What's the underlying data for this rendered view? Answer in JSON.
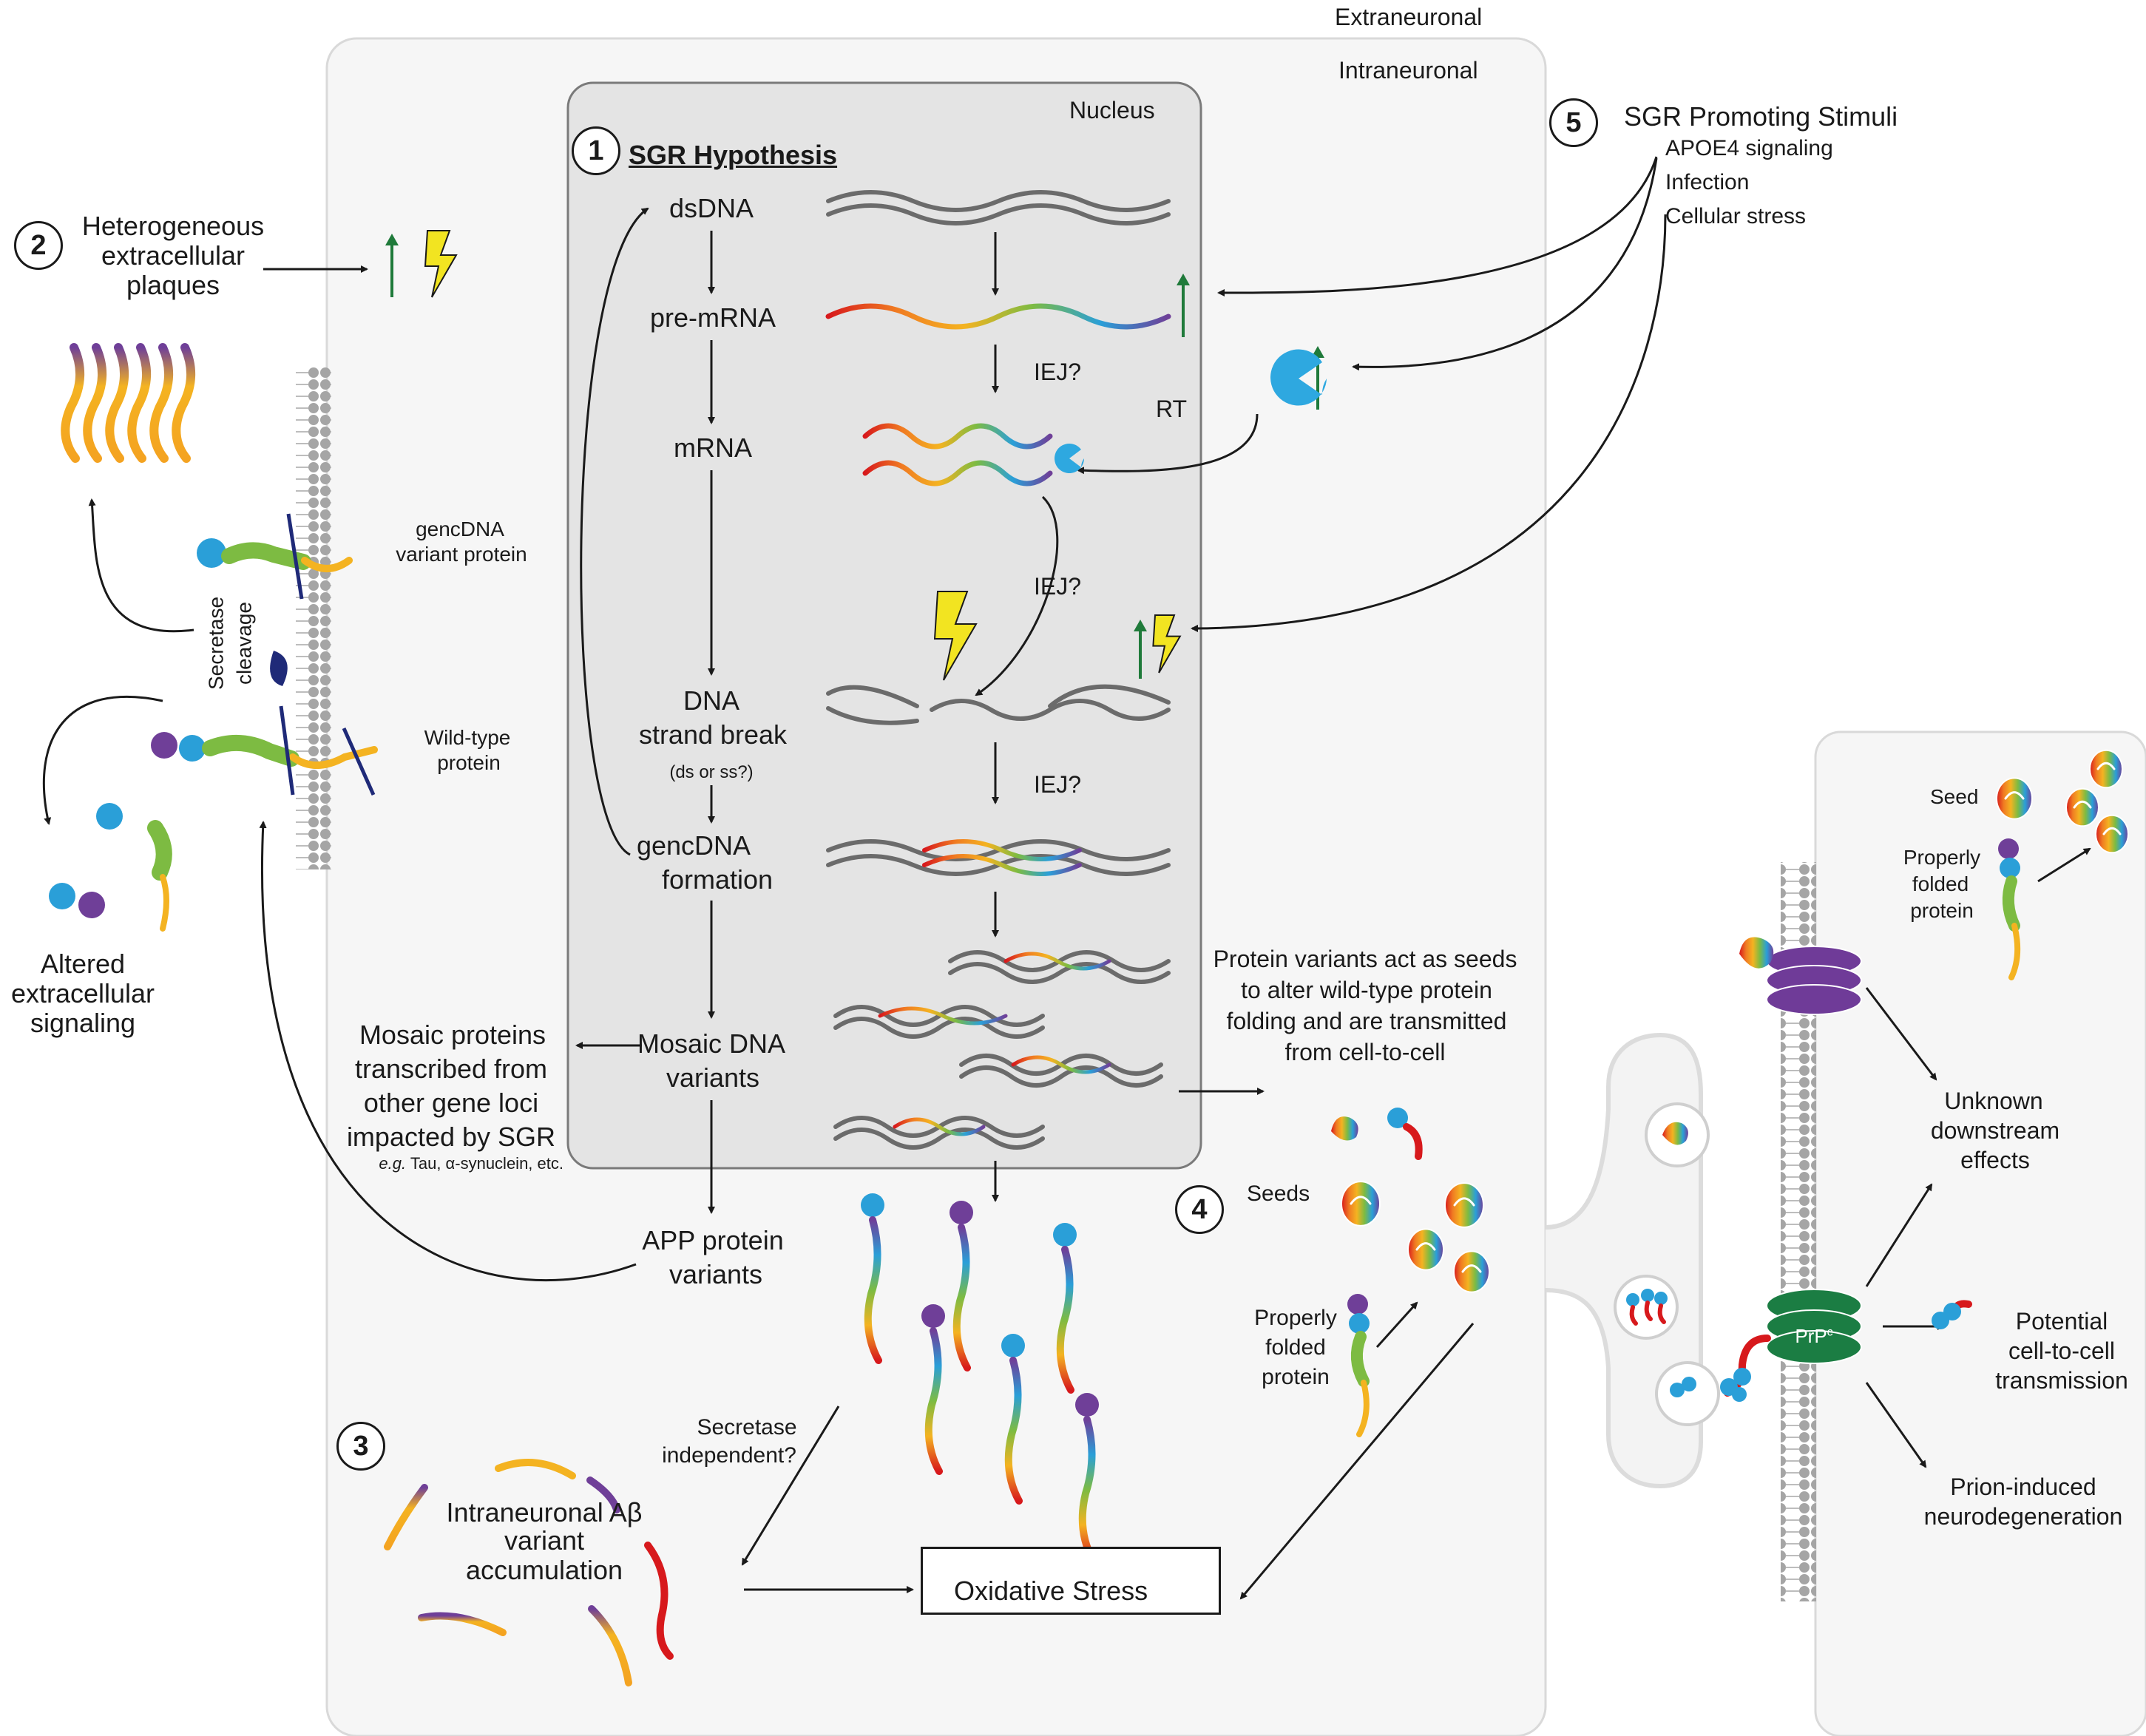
{
  "regions": {
    "extraneuronal": "Extraneuronal",
    "intraneuronal": "Intraneuronal",
    "nucleus": "Nucleus"
  },
  "section1": {
    "number": "1",
    "title": "SGR Hypothesis",
    "steps": {
      "dsdna": "dsDNA",
      "premrna": "pre-mRNA",
      "mrna": "mRNA",
      "strand_break_1": "DNA",
      "strand_break_2": "strand break",
      "strand_break_3": "(ds or ss?)",
      "gencdna_1": "gencDNA",
      "gencdna_2": "formation",
      "mosaic_1": "Mosaic DNA",
      "mosaic_2": "variants",
      "app_1": "APP protein",
      "app_2": "variants"
    },
    "iej_1": "IEJ?",
    "iej_2": "IEJ?",
    "iej_3": "IEJ?",
    "rt": "RT",
    "mosaic_proteins": [
      "Mosaic proteins",
      "transcribed from",
      "other gene loci",
      "impacted by SGR"
    ],
    "mosaic_examples_eg": "e.g.",
    "mosaic_examples": "Tau, α-synuclein, etc."
  },
  "section2": {
    "number": "2",
    "plaques": [
      "Heterogeneous",
      "extracellular",
      "plaques"
    ],
    "gencdna_variant": [
      "gencDNA",
      "variant protein"
    ],
    "secretase": [
      "Secretase",
      "cleavage"
    ],
    "wildtype": [
      "Wild-type",
      "protein"
    ],
    "altered": [
      "Altered",
      "extracellular",
      "signaling"
    ]
  },
  "section3": {
    "number": "3",
    "secretase_independent": [
      "Secretase",
      "independent?"
    ],
    "abeta": [
      "Intraneuronal Aβ",
      "variant",
      "accumulation"
    ],
    "oxidative": "Oxidative Stress"
  },
  "section4": {
    "number": "4",
    "protein_variants": [
      "Protein variants act as seeds",
      "to alter wild-type protein",
      "folding and are transmitted",
      "from cell-to-cell"
    ],
    "seeds": "Seeds",
    "properly_folded": [
      "Properly",
      "folded",
      "protein"
    ]
  },
  "section5": {
    "number": "5",
    "title": "SGR Promoting Stimuli",
    "stimuli": [
      "APOE4 signaling",
      "Infection",
      "Cellular stress"
    ]
  },
  "right_panel": {
    "seed": "Seed",
    "properly_folded": [
      "Properly",
      "folded",
      "protein"
    ],
    "prp": "PrP",
    "prp_sup": "c",
    "unknown": [
      "Unknown",
      "downstream",
      "effects"
    ],
    "potential": [
      "Potential",
      "cell-to-cell",
      "transmission"
    ],
    "prion": [
      "Prion-induced",
      "neurodegeneration"
    ]
  },
  "colors": {
    "rainbow": [
      "#d7191c",
      "#f07b22",
      "#f4b321",
      "#7dbb42",
      "#2a9fd8",
      "#6f3f98"
    ],
    "membrane": "#a5a5a5",
    "dna_gray": "#6b6b6b",
    "nucleus_fill": "#e4e4e4",
    "cell_fill": "#f6f6f6",
    "arrow_green": "#1f7a3a",
    "bolt_yellow": "#f2e421",
    "rt_blue": "#2ea8e0",
    "receptor_purple": "#6f3b98",
    "prp_green": "#1b7d43",
    "blade_navy": "#1f2a78"
  }
}
